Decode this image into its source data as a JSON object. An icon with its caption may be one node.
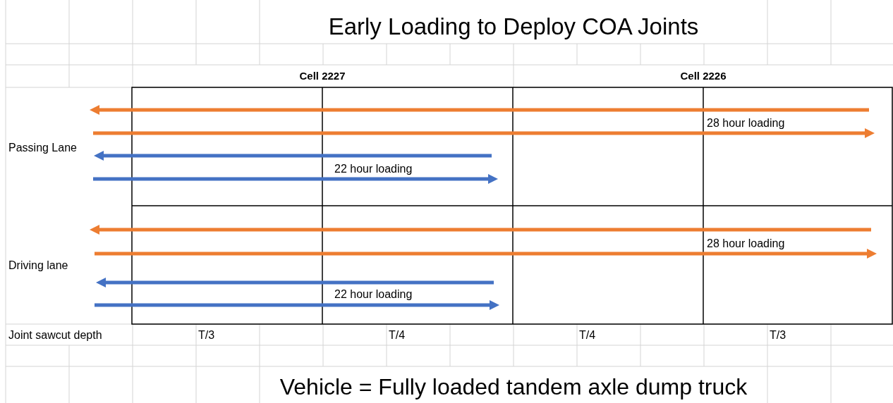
{
  "diagram": {
    "title": "Early Loading to Deploy COA Joints",
    "caption": "Vehicle = Fully loaded tandem axle dump truck",
    "labels": [
      "Cell 2227",
      "Cell 2226",
      "28 hour loading",
      "Passing Lane",
      "22 hour loading",
      "28 hour loading",
      "Driving lane",
      "22 hour loading",
      "Joint sawcut depth",
      "T/3",
      "T/4",
      "T/4",
      "T/3"
    ]
  }
}
